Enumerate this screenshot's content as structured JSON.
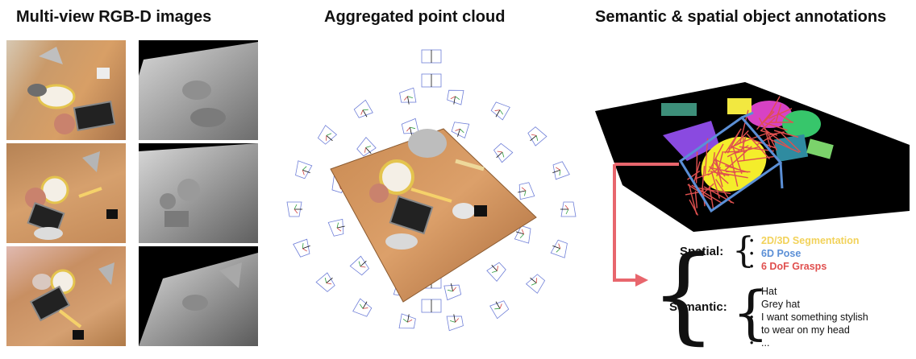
{
  "panels": {
    "left_title": "Multi-view RGB-D images",
    "middle_title": "Aggregated point cloud",
    "right_title": "Semantic & spatial object annotations"
  },
  "spatial": {
    "heading": "Spatial",
    "items": [
      {
        "label": "2D/3D Segmentation",
        "color": "#f2d25a"
      },
      {
        "label": "6D Pose",
        "color": "#5b8fd6"
      },
      {
        "label": "6 DoF Grasps",
        "color": "#e0504f"
      }
    ]
  },
  "semantic": {
    "heading": "Semantic",
    "items": [
      "Hat",
      "Grey hat",
      "I want something stylish",
      "to wear on my head",
      "..."
    ]
  },
  "colors": {
    "arrow": "#e8666d",
    "segmentation": "#f2d25a",
    "pose": "#5b8fd6",
    "grasps": "#e0504f"
  }
}
